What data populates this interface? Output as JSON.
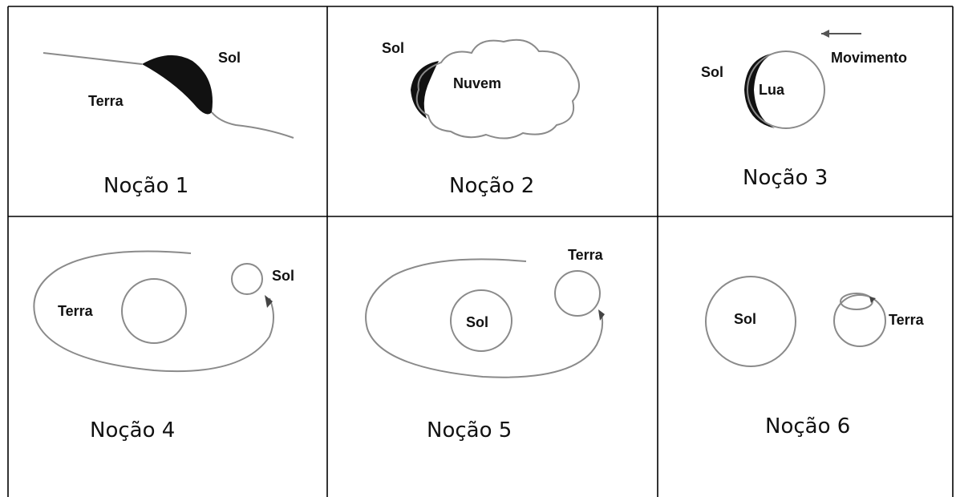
{
  "panels": [
    {
      "caption": "Noção 1",
      "labels": {
        "sun": "Sol",
        "earth": "Terra"
      }
    },
    {
      "caption": "Noção 2",
      "labels": {
        "sun": "Sol",
        "cloud": "Nuvem"
      }
    },
    {
      "caption": "Noção 3",
      "labels": {
        "sun": "Sol",
        "moon": "Lua",
        "motion": "Movimento"
      }
    },
    {
      "caption": "Noção 4",
      "labels": {
        "earth": "Terra",
        "sun": "Sol"
      }
    },
    {
      "caption": "Noção 5",
      "labels": {
        "earth": "Terra",
        "sun": "Sol"
      }
    },
    {
      "caption": "Noção 6",
      "labels": {
        "sun": "Sol",
        "earth": "Terra"
      }
    }
  ]
}
